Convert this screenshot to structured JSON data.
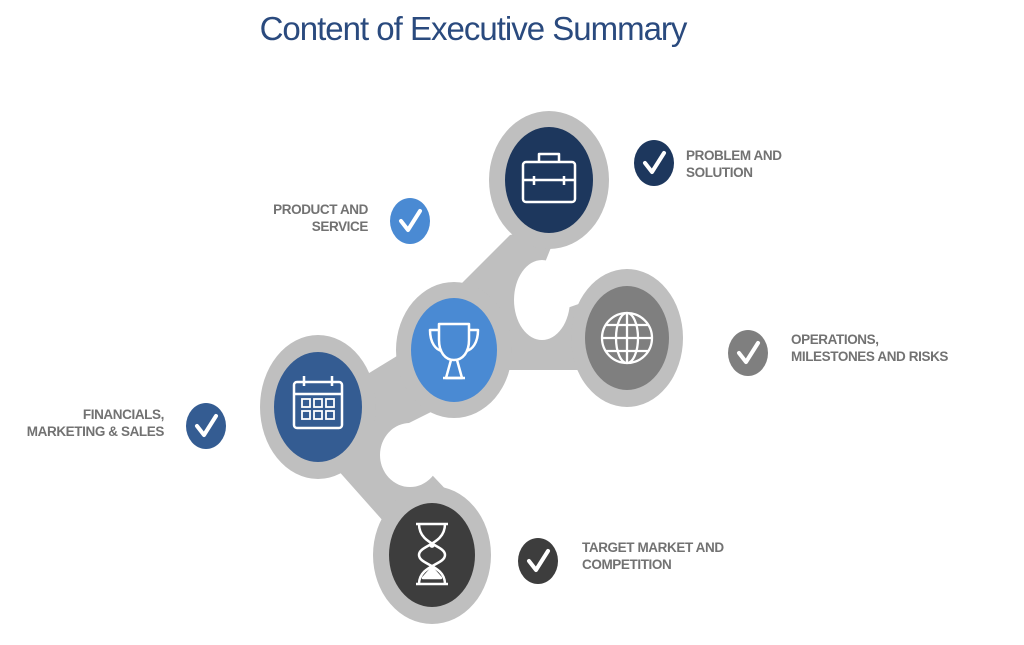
{
  "title": "Content of Executive Summary",
  "colors": {
    "navy": "#1d375d",
    "light_blue": "#4a8ad3",
    "mid_blue": "#345c92",
    "gray": "#7f7f7f",
    "charcoal": "#3d3d3d",
    "connector": "#bfbfbf"
  },
  "items": [
    {
      "icon": "briefcase-icon",
      "color": "#1d375d",
      "line1": "PROBLEM AND",
      "line2": "SOLUTION"
    },
    {
      "icon": "trophy-icon",
      "color": "#4a8ad3",
      "line1": "PRODUCT AND",
      "line2": "SERVICE"
    },
    {
      "icon": "globe-icon",
      "color": "#7f7f7f",
      "line1": "OPERATIONS,",
      "line2": "MILESTONES AND RISKS"
    },
    {
      "icon": "calendar-icon",
      "color": "#345c92",
      "line1": "FINANCIALS,",
      "line2": "MARKETING & SALES"
    },
    {
      "icon": "hourglass-icon",
      "color": "#3d3d3d",
      "line1": "TARGET MARKET AND",
      "line2": "COMPETITION"
    }
  ]
}
